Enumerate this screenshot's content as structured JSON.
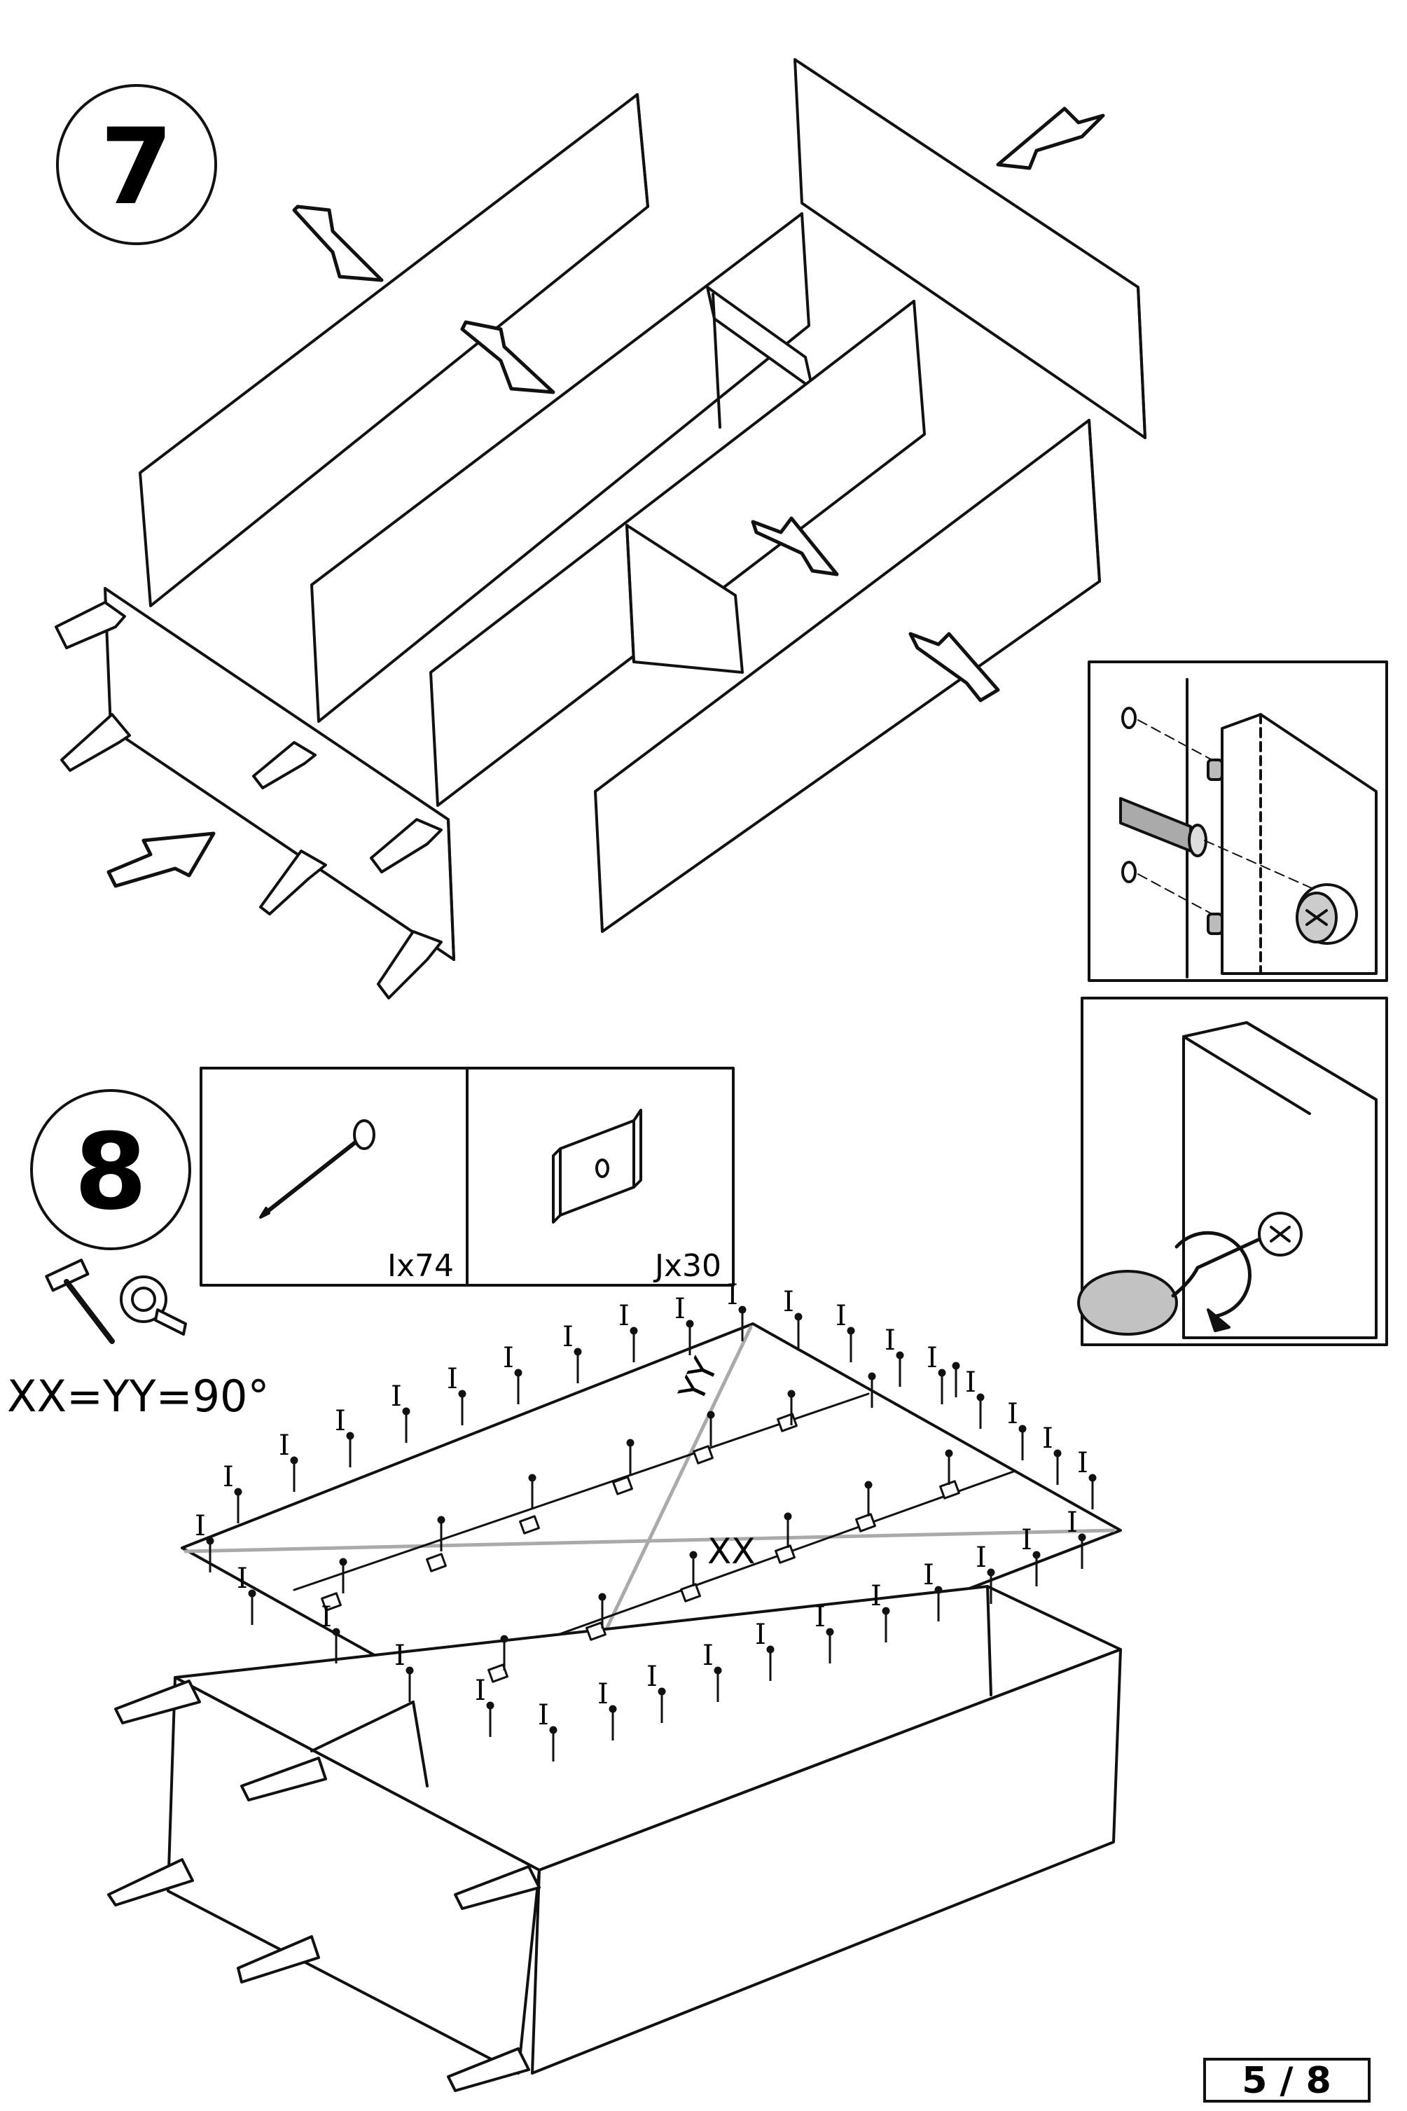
{
  "steps": {
    "step7": {
      "number": "7"
    },
    "step8": {
      "number": "8",
      "parts": [
        {
          "id": "I",
          "count_label": "Ix74"
        },
        {
          "id": "J",
          "count_label": "Jx30"
        }
      ],
      "tools": [
        "hammer-icon",
        "tape-measure-icon"
      ],
      "squareness_rule": "XX=YY=90°",
      "diagonal_x": "XX",
      "diagonal_y": "YY",
      "nail_marker": "I"
    }
  },
  "page": {
    "number_label": "5 / 8"
  }
}
